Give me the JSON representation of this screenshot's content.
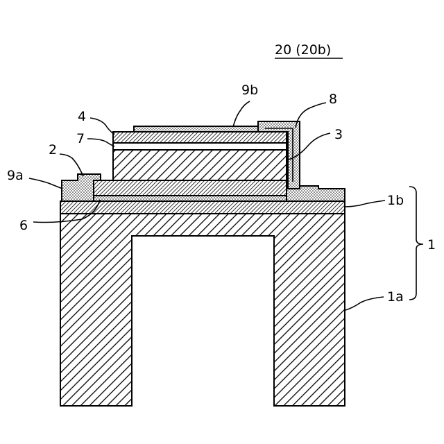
{
  "figure": {
    "title": "20 (20b)"
  },
  "labels": {
    "l_9b": "9b",
    "l_8": "8",
    "l_4": "4",
    "l_7": "7",
    "l_3": "3",
    "l_2": "2",
    "l_9a": "9a",
    "l_1b": "1b",
    "l_6": "6",
    "l_1": "1",
    "l_1a": "1a"
  }
}
